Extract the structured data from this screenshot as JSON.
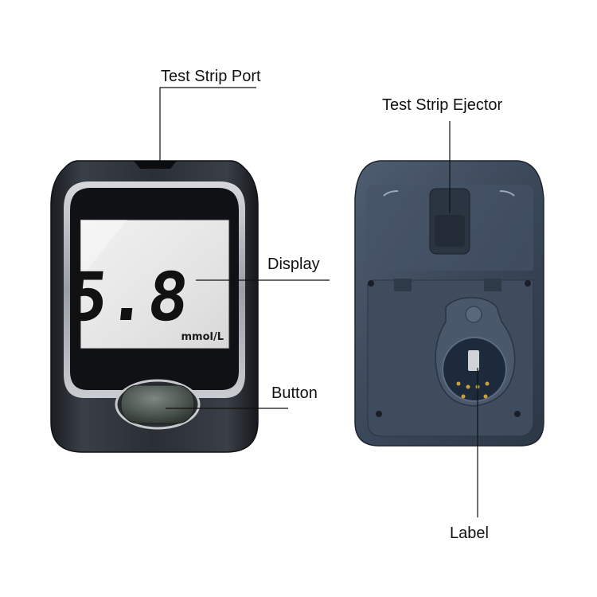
{
  "callouts": {
    "test_strip_port": "Test Strip Port",
    "test_strip_ejector": "Test Strip Ejector",
    "display": "Display",
    "button": "Button",
    "label": "Label"
  },
  "display_screen": {
    "reading": "5.8",
    "unit": "mmol/L"
  },
  "colors": {
    "body": "#2a2e35",
    "bezel": "#101216",
    "lcd": "#e7e7e7",
    "back_shell": "#3c4a5c"
  }
}
